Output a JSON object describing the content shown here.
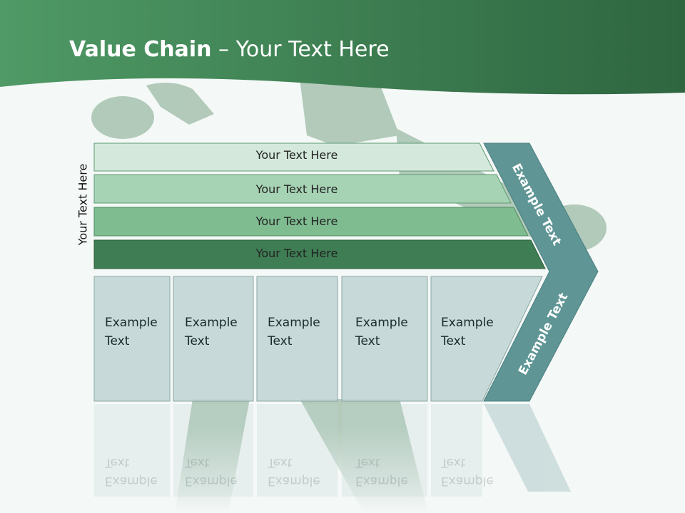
{
  "title": {
    "bold": "Value Chain",
    "rest": " – Your Text Here"
  },
  "side_label": "Your Text Here",
  "bars": [
    {
      "label": "Your Text Here",
      "color": "#d4e9dc"
    },
    {
      "label": "Your Text Here",
      "color": "#a7d3b5"
    },
    {
      "label": "Your Text Here",
      "color": "#7fbc90"
    },
    {
      "label": "Your Text Here",
      "color": "#3f7d54"
    }
  ],
  "boxes": [
    {
      "line1": "Example",
      "line2": "Text"
    },
    {
      "line1": "Example",
      "line2": "Text"
    },
    {
      "line1": "Example",
      "line2": "Text"
    },
    {
      "line1": "Example",
      "line2": "Text"
    },
    {
      "line1": "Example",
      "line2": "Text"
    }
  ],
  "chevron": {
    "upper": "Example Text",
    "lower": "Example Text",
    "color": "#5f9595"
  },
  "colors": {
    "header": "#3b7a4f",
    "box": "#c2d7d6",
    "background": "#f4f8f7"
  }
}
